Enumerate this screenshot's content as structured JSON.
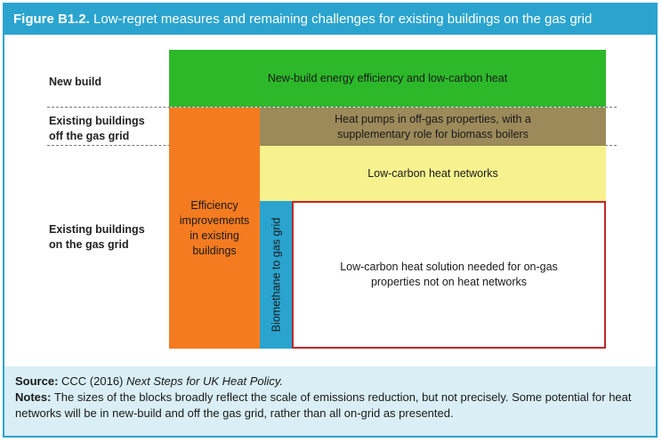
{
  "figure": {
    "label": "Figure B1.2.",
    "title": "Low-regret measures and remaining challenges for existing buildings on the gas grid"
  },
  "rows": {
    "new_build": "New build",
    "off_grid": "Existing buildings off the gas grid",
    "on_grid": "Existing buildings on the gas grid"
  },
  "blocks": {
    "new_build_efficiency": "New-build energy efficiency and low-carbon heat",
    "heat_pumps": "Heat pumps in off-gas properties, with a supplementary role for biomass boilers",
    "efficiency_existing": "Efficiency improvements in existing buildings",
    "heat_networks": "Low-carbon heat networks",
    "biomethane": "Biomethane to gas grid",
    "needed_solution": "Low-carbon heat solution needed for on-gas properties not on heat networks"
  },
  "colors": {
    "header": "#2aa4cf",
    "new_build": "#2db82a",
    "heat_pumps": "#9c8a5a",
    "efficiency": "#f47b20",
    "heat_networks": "#f7f28e",
    "biomethane": "#2aa4cf",
    "needed_border": "#c0272d",
    "footer": "#d9eef5"
  },
  "footer": {
    "source_label": "Source:",
    "source_text": "CCC (2016) ",
    "source_title": "Next Steps for UK Heat Policy.",
    "notes_label": "Notes:",
    "notes_text": "The sizes of the blocks broadly reflect the scale of emissions reduction, but not precisely. Some potential for heat networks will be in new-build and off the gas grid, rather than all on-grid as presented."
  }
}
